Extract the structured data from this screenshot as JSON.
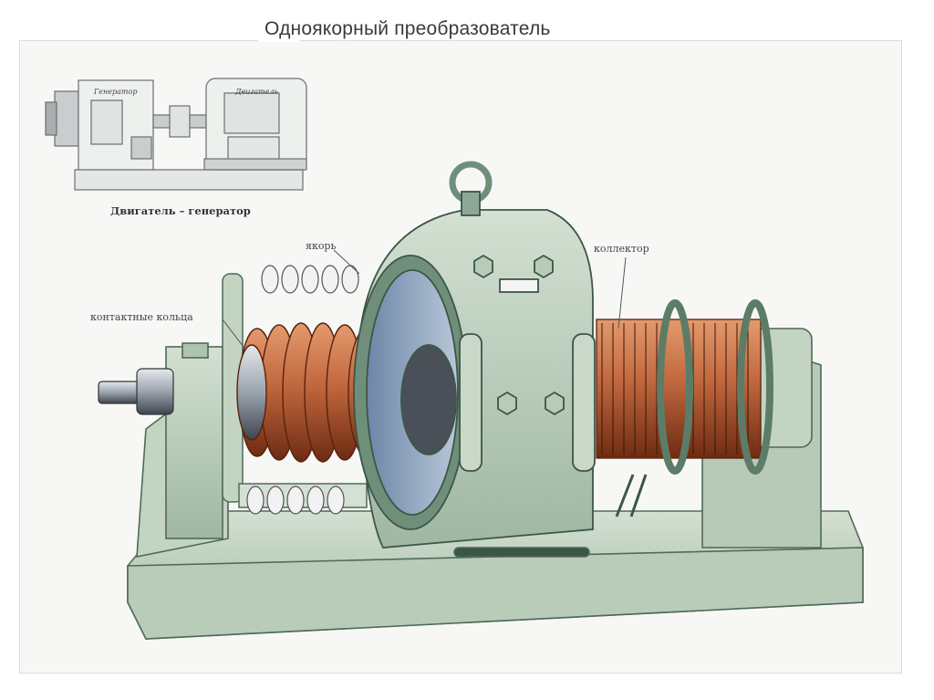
{
  "title": "Одноякорный преобразователь",
  "schematic": {
    "caption": "Двигатель – генератор",
    "generator_label": "Генератор",
    "motor_label": "Двигатель"
  },
  "callouts": {
    "armature": "якорь",
    "slip_rings": "контактные кольца",
    "commutator": "коллектор"
  },
  "colors": {
    "frame": "#b9ccb9",
    "frame_dark": "#6f8f7b",
    "copper": "#c0673e",
    "copper_dark": "#7a3318",
    "steel": "#9aa3ad",
    "sheet": "#f7f8f6"
  }
}
